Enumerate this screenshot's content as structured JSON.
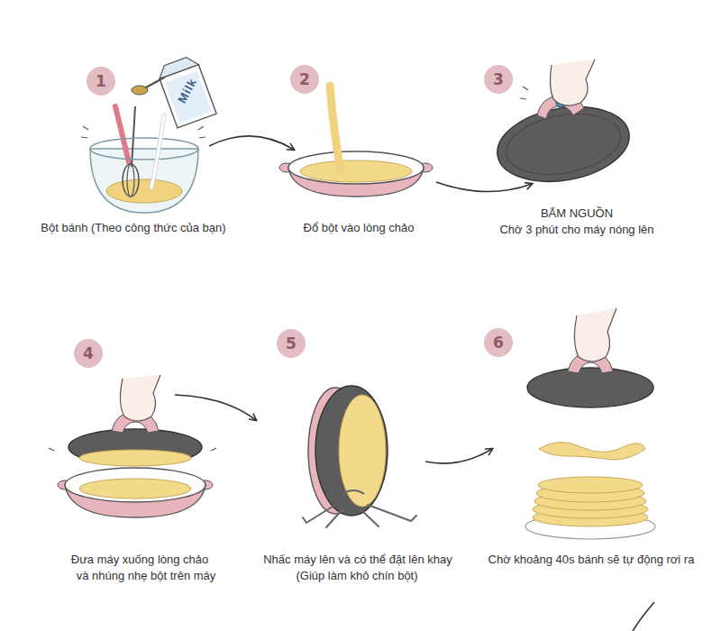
{
  "diagram": {
    "nodes": [
      {
        "text": [
          "1"
        ]
      },
      {
        "text": [
          "2"
        ]
      },
      {
        "text": [
          "3"
        ]
      },
      {
        "text": [
          "4"
        ]
      },
      {
        "text": [
          "5"
        ]
      },
      {
        "text": [
          "6"
        ]
      }
    ],
    "labels": [
      "Milk",
      "Bột bánh (Theo công thức của bạn)",
      "Đổ bột vào lòng chảo",
      "BẤM NGUỒN",
      "Chờ 3 phút cho máy nóng lên",
      "Đưa máy xuống lòng chảo",
      "và nhúng nhẹ bột trên máy",
      "Nhấc máy lên và có thể đặt lên khay",
      "(Giúp làm khô chín bột)",
      "Chờ khoảng 40s bánh sẽ tự động rơi ra"
    ]
  }
}
